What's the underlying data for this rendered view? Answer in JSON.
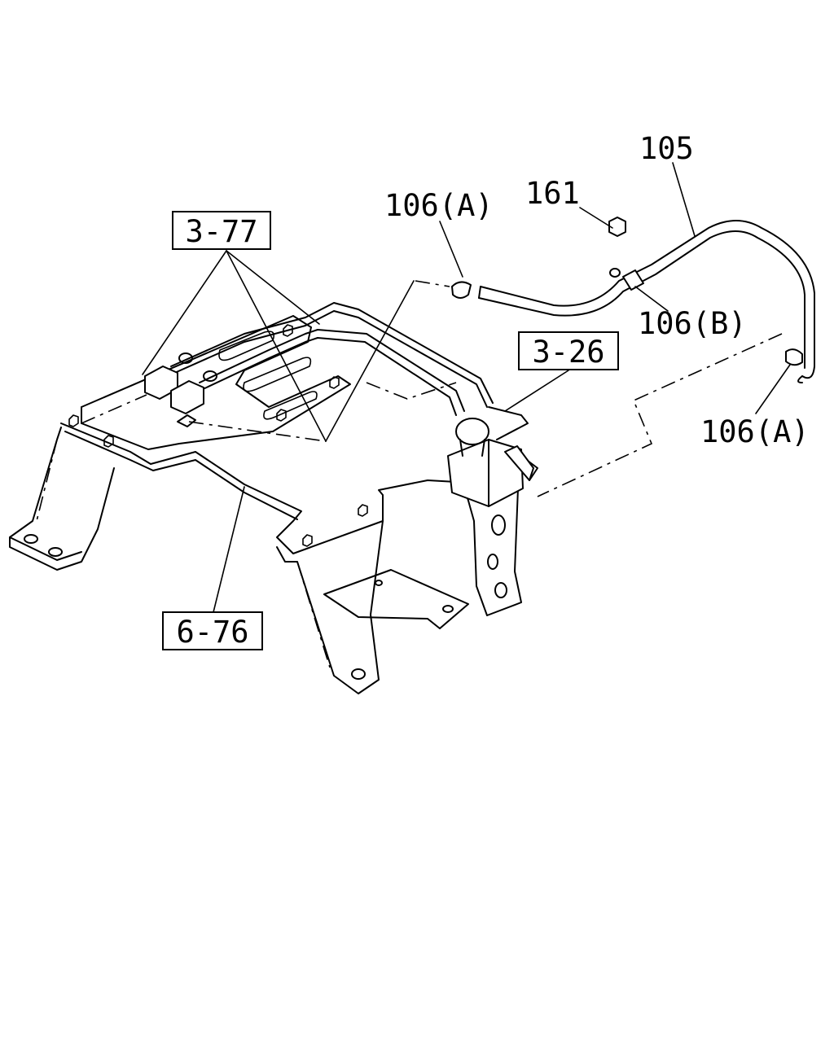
{
  "callouts": {
    "ref_3_77": "3-77",
    "ref_3_26": "3-26",
    "ref_6_76": "6-76",
    "part_105": "105",
    "part_161": "161",
    "part_106a_top": "106(A)",
    "part_106b": "106(B)",
    "part_106a_right": "106(A)"
  },
  "colors": {
    "line": "#000000",
    "background": "#ffffff"
  }
}
